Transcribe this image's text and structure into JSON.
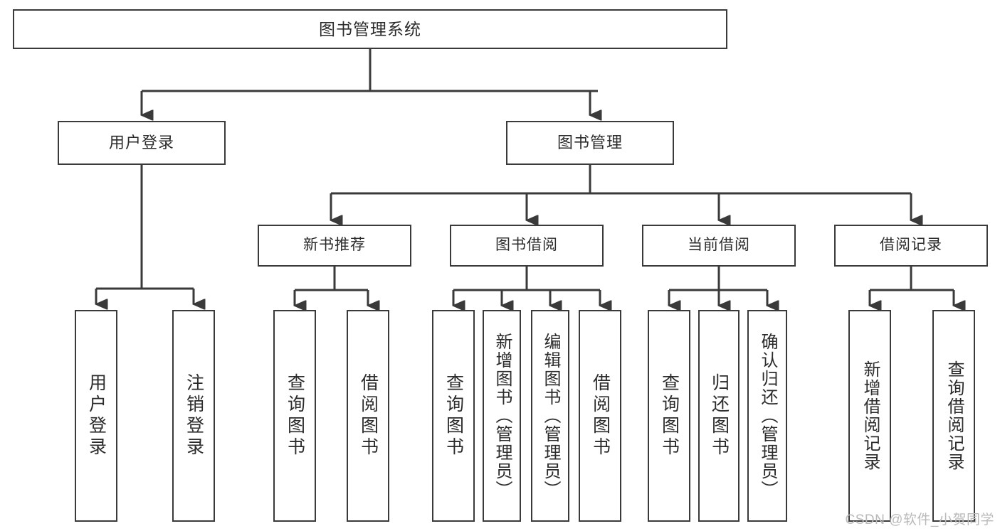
{
  "diagram": {
    "title": "图书管理系统",
    "watermark": "CSDN @软件_小贺同学",
    "line_color": "#3a3a3a",
    "box_fill": "#ffffff",
    "text_color": "#2b2b2b",
    "nodes": {
      "root": "图书管理系统",
      "user_login": "用户登录",
      "book_manage": "图书管理",
      "new_book_rec": "新书推荐",
      "book_borrow": "图书借阅",
      "current_borrow": "当前借阅",
      "borrow_record": "借阅记录",
      "leaf_user_login": "用户登录",
      "leaf_logout": "注销登录",
      "leaf_query_book_1": "查询图书",
      "leaf_borrow_book_1": "借阅图书",
      "leaf_query_book_2": "查询图书",
      "leaf_add_book_admin": "新增图书（管理员）",
      "leaf_edit_book_admin": "编辑图书（管理员）",
      "leaf_borrow_book_2": "借阅图书",
      "leaf_query_book_3": "查询图书",
      "leaf_return_book": "归还图书",
      "leaf_confirm_return_admin": "确认归还（管理员）",
      "leaf_add_borrow_record": "新增借阅记录",
      "leaf_query_borrow_record": "查询借阅记录"
    }
  }
}
